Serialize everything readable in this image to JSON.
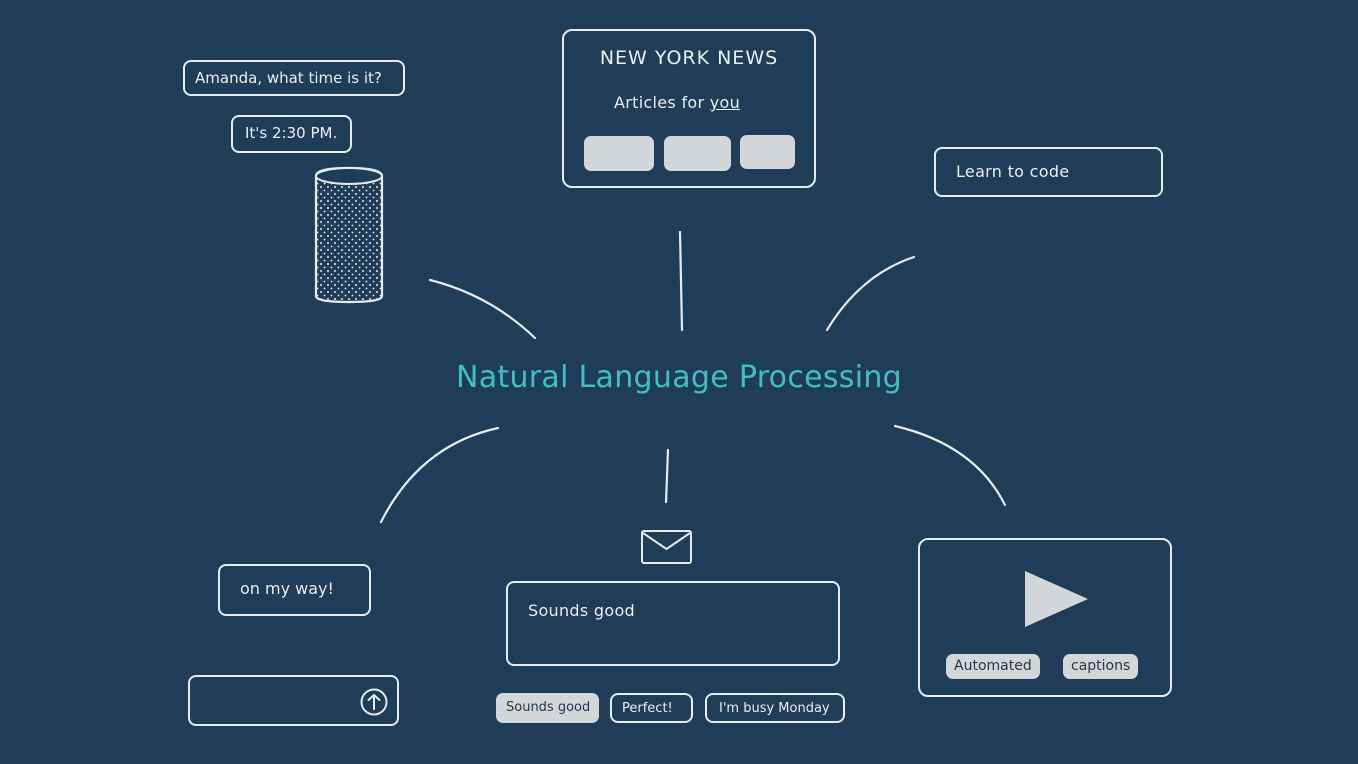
{
  "title": "Natural Language Processing",
  "colors": {
    "background": "#1f3d59",
    "accent": "#3fc0c2",
    "sketch": "#e6ebef",
    "fill": "#d4d7da"
  },
  "assistant": {
    "question": "Amanda, what time is it?",
    "answer": "It's 2:30 PM."
  },
  "news": {
    "heading": "NEW YORK NEWS",
    "subheading_prefix": "Articles for ",
    "subheading_emphasis": "you"
  },
  "search": {
    "value": "Learn to code"
  },
  "messaging": {
    "bubble": "on my way!",
    "send_icon": "arrow-up-circle-icon"
  },
  "email": {
    "icon": "envelope-icon",
    "body": "Sounds good",
    "suggestions": [
      "Sounds good",
      "Perfect!",
      "I'm busy Monday"
    ]
  },
  "video": {
    "icon": "play-icon",
    "caption_words": [
      "Automated",
      "captions"
    ]
  }
}
